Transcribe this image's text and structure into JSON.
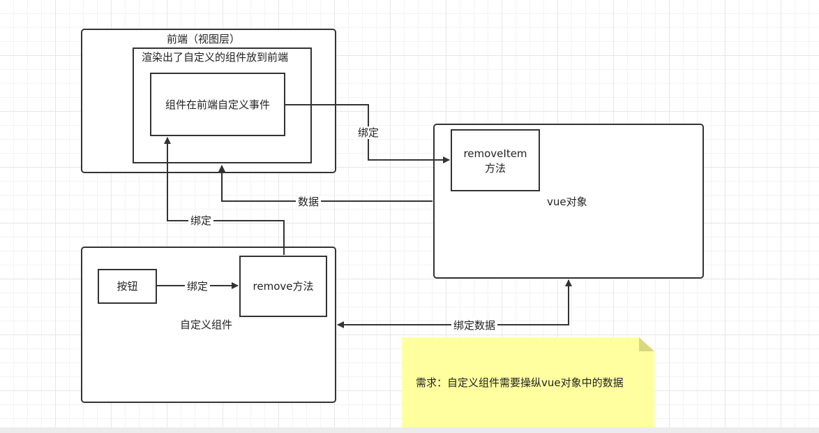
{
  "nodes": {
    "frontend_title": "前端（视图层）",
    "render_label": "渲染出了自定义的组件放到前端",
    "custom_event": "组件在前端自定义事件",
    "remove_item_line1": "removeItem",
    "remove_item_line2": "方法",
    "vue_object": "vue对象",
    "button": "按钮",
    "remove_method": "remove方法",
    "custom_component": "自定义组件"
  },
  "edges": {
    "bind_top": "绑定",
    "data": "数据",
    "bind_left": "绑定",
    "bind_button": "绑定",
    "bind_data": "绑定数据"
  },
  "note": {
    "text": "需求：自定义组件需要操纵vue对象中的数据",
    "color": "#ffffa0"
  },
  "colors": {
    "stroke": "#333333",
    "grid": "#e6e6e6"
  }
}
